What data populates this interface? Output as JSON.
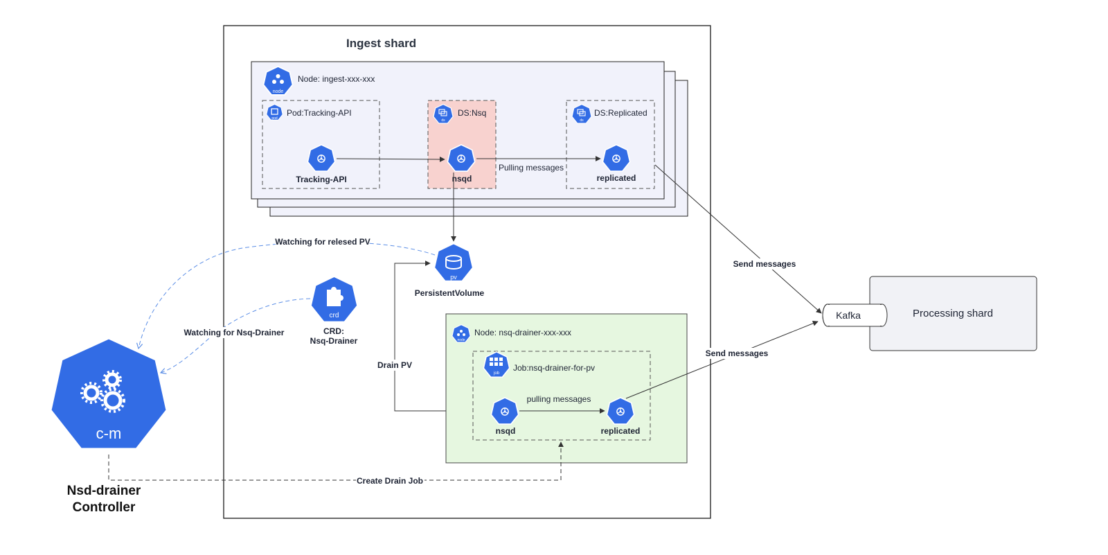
{
  "ingest_shard": {
    "title": "Ingest shard"
  },
  "ingest_node": {
    "label": "Node: ingest-xxx-xxx",
    "icon": "node-icon",
    "icon_text": "node",
    "pod_tracking": {
      "label": "Pod:Tracking-API",
      "icon_text": "pod",
      "service_label": "Tracking-API"
    },
    "ds_nsq": {
      "label": "DS:Nsq",
      "icon_text": "ds",
      "service_label": "nsqd"
    },
    "ds_replicated": {
      "label": "DS:Replicated",
      "icon_text": "ds",
      "service_label": "replicated"
    }
  },
  "edges": {
    "pulling_messages": "Pulling messages",
    "watching_pv": "Watching for relesed PV",
    "watching_crd": "Watching for Nsq-Drainer",
    "drain_pv": "Drain PV",
    "pulling_messages_job": "pulling messages",
    "send_messages_top": "Send messages",
    "send_messages_bottom": "Send messages",
    "create_drain_job": "Create Drain Job"
  },
  "persistent_volume": {
    "label": "PersistentVolume",
    "icon_text": "pv"
  },
  "crd": {
    "icon_text": "crd",
    "label_line1": "CRD:",
    "label_line2": "Nsq-Drainer"
  },
  "drainer_node": {
    "label": "Node: nsq-drainer-xxx-xxx",
    "icon_text": "node",
    "job": {
      "label": "Job:nsq-drainer-for-pv",
      "icon_text": "job"
    },
    "nsqd_label": "nsqd",
    "replicated_label": "replicated"
  },
  "controller": {
    "icon_text": "c-m",
    "label_line1": "Nsd-drainer",
    "label_line2": "Controller"
  },
  "kafka": {
    "label": "Kafka"
  },
  "processing_shard": {
    "label": "Processing shard"
  },
  "colors": {
    "k8s_blue": "#326ce5",
    "node_bg": "#f1f2fb",
    "nsq_highlight": "#f8d2cf",
    "drainer_bg": "#e6f7e0",
    "processing_bg": "#f1f2f6",
    "watch_line": "#6f9be8"
  }
}
